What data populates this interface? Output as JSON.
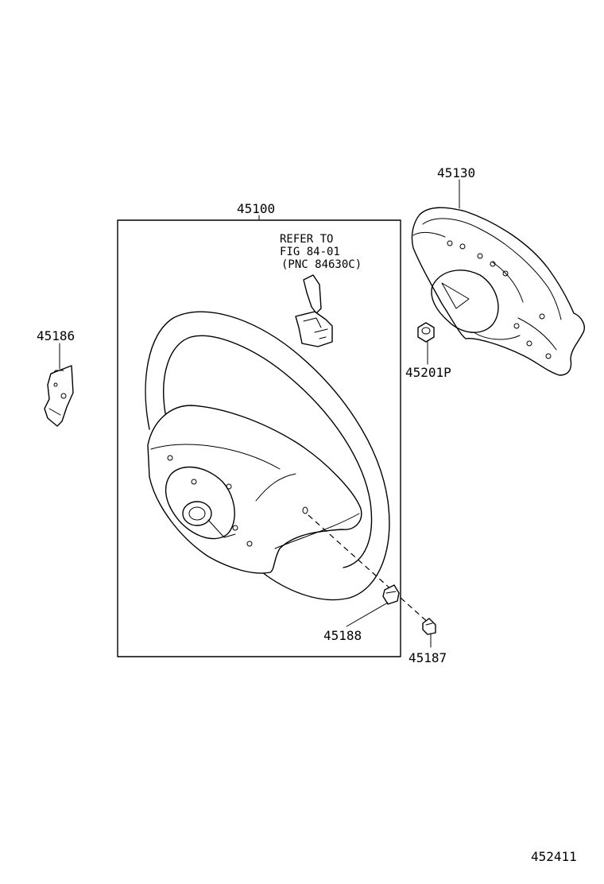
{
  "parts": {
    "p45100": "45100",
    "p45130": "45130",
    "p45186": "45186",
    "p45201p": "45201P",
    "p45188": "45188",
    "p45187": "45187"
  },
  "reference_note": {
    "line1": "REFER TO",
    "line2": "FIG 84-01",
    "line3": "(PNC 84630C)"
  },
  "figure_id": "452411"
}
